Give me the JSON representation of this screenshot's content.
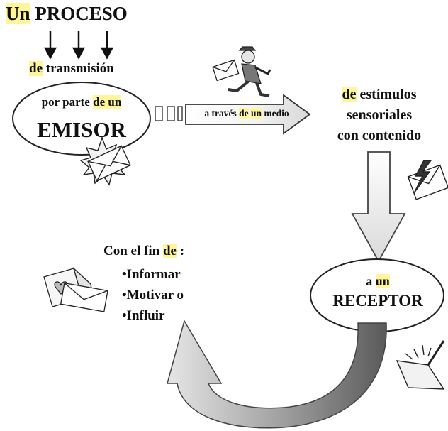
{
  "title": {
    "word1": "Un",
    "word2": "PROCESO"
  },
  "transmission": {
    "prep": "de",
    "word": "transmisión"
  },
  "emitter": {
    "line1_pre": "por parte",
    "line1_hl": "de un",
    "main": "EMISOR"
  },
  "medium": {
    "pre": "a través",
    "hl1": "de",
    "hl2": "un",
    "post": "medio"
  },
  "stimuli": {
    "prep": "de",
    "line1_rest": "estímulos",
    "line2": "sensoriales",
    "line3": "con contenido"
  },
  "purpose": {
    "title_pre": "Con el fin",
    "title_hl": "de",
    "title_post": ":",
    "items": [
      "•Informar",
      "•Motivar o",
      "•Influir"
    ]
  },
  "receiver": {
    "pre": "a",
    "hl": "un",
    "main": "RECEPTOR"
  },
  "colors": {
    "highlight": "#fff59a",
    "arrow_light": "#ffffff",
    "arrow_dark": "#8c8c8c",
    "text": "#111111"
  },
  "icons": [
    "running-mail-carrier-icon",
    "envelope-icon",
    "lightning-envelope-icon",
    "greeting-card-icon",
    "dustpan-icon"
  ]
}
